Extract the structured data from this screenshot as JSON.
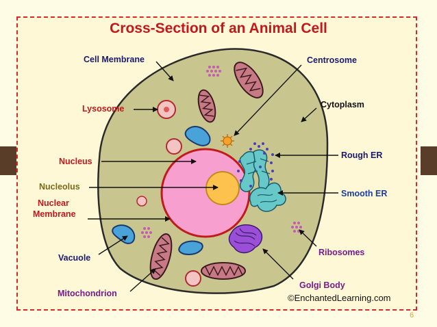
{
  "title": "Cross-Section of an Animal Cell",
  "credit": "©EnchantedLearning.com",
  "slide_number": "6",
  "labels": {
    "cell_membrane": "Cell Membrane",
    "centrosome": "Centrosome",
    "lysosome": "Lysosome",
    "cytoplasm": "Cytoplasm",
    "rough_er": "Rough ER",
    "nucleus": "Nucleus",
    "nucleolus": "Nucleolus",
    "smooth_er": "Smooth ER",
    "nuclear_membrane_line1": "Nuclear",
    "nuclear_membrane_line2": "Membrane",
    "vacuole": "Vacuole",
    "ribosomes": "Ribosomes",
    "golgi_body": "Golgi Body",
    "mitochondrion": "Mitochondrion"
  },
  "colors": {
    "title": "#c0181c",
    "frame_border": "#d62828",
    "navy_label": "#1a1a6e",
    "red_label": "#c0181c",
    "olive_label": "#7a6a1a",
    "blue_label": "#1a3d9e",
    "purple_label": "#7a1a8a",
    "cytoplasm": "#c9c58f",
    "nucleus": "#f7a0cf",
    "nucleolus": "#fcc24d"
  }
}
